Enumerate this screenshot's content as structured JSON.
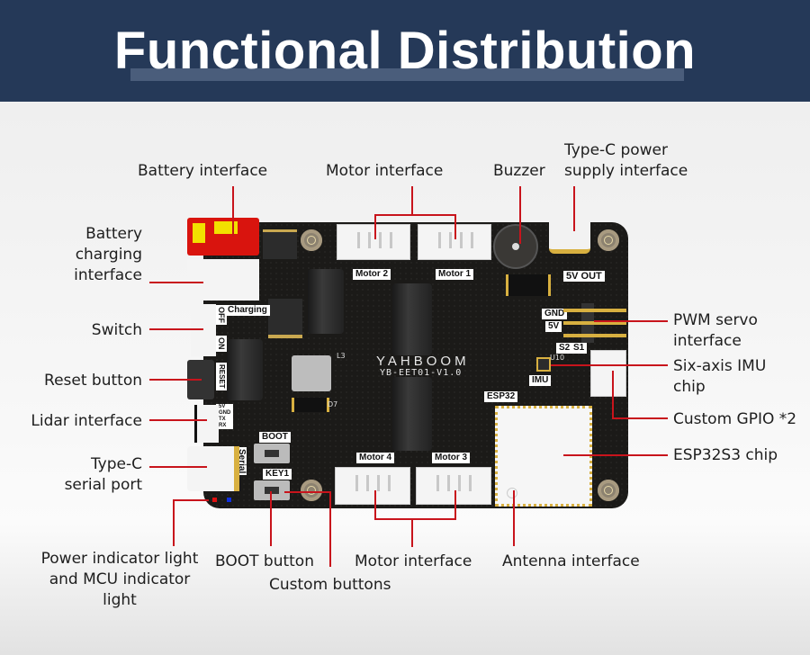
{
  "header": {
    "title": "Functional Distribution"
  },
  "board": {
    "logo": "YAHBOOM",
    "model": "YB-EET01-V1.0",
    "silkscreen": {
      "motor1": "Motor 1",
      "motor2": "Motor 2",
      "motor3": "Motor 3",
      "motor4": "Motor 4",
      "five_v_out": "5V OUT",
      "gnd": "GND",
      "five_v": "5V",
      "s2": "S2",
      "s1": "S1",
      "imu": "IMU",
      "esp32": "ESP32",
      "boot": "BOOT",
      "key1": "KEY1",
      "serial": "Serial",
      "charging": "Charging",
      "off": "OFF",
      "on": "ON",
      "reset": "RESET",
      "lidar_pins": [
        "5V",
        "GND",
        "TX",
        "RX"
      ],
      "l3": "L3",
      "d7": "D7",
      "u10": "U10"
    }
  },
  "labels": {
    "battery_interface": "Battery interface",
    "motor_interface_top": "Motor interface",
    "buzzer": "Buzzer",
    "typec_power": [
      "Type-C power",
      "supply interface"
    ],
    "battery_charging": [
      "Battery",
      "charging",
      "interface"
    ],
    "switch": "Switch",
    "reset_button": "Reset button",
    "lidar_interface": "Lidar interface",
    "typec_serial": [
      "Type-C",
      "serial port"
    ],
    "pwm_servo": [
      "PWM servo",
      "interface"
    ],
    "imu_chip": [
      "Six-axis IMU",
      "chip"
    ],
    "custom_gpio": "Custom GPIO *2",
    "esp32s3_chip": "ESP32S3 chip",
    "indicator_lights": [
      "Power indicator light",
      "and MCU indicator",
      "light"
    ],
    "boot_button": "BOOT button",
    "custom_buttons": "Custom buttons",
    "motor_interface_bottom": "Motor interface",
    "antenna_interface": "Antenna interface"
  },
  "colors": {
    "header_bg": "#253958",
    "leader_line": "#c8141c",
    "pcb": "#1b1a18"
  }
}
